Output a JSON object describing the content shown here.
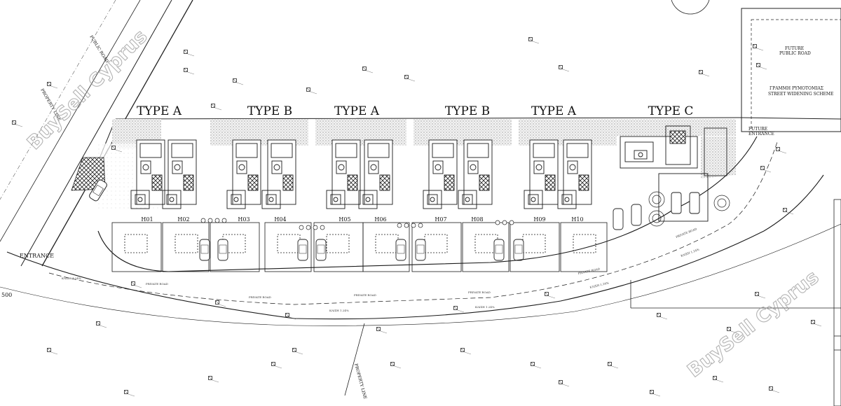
{
  "type_labels": [
    "TYPE A",
    "TYPE B",
    "TYPE A",
    "TYPE B",
    "TYPE A",
    "TYPE C"
  ],
  "plots": [
    "H01",
    "H02",
    "H03",
    "H04",
    "H05",
    "H06",
    "H07",
    "H08",
    "H09",
    "H10"
  ],
  "labels": {
    "public_road": "PUBLIC ROAD",
    "property_line_top": "PROPERTY LINE",
    "property_line_bottom": "PROPERTY LINE",
    "entrance": "ENTRANCE",
    "future_public_road": "FUTURE\nPUBLIC ROAD",
    "future_public_road_l1": "FUTURE",
    "future_public_road_l2": "PUBLIC ROAD",
    "greek_scheme": "ΓΡΑΜΜΗ ΡΥΜΟΤΟΜΙΑΣ",
    "street_widening": "STREET WIDENING SCHEME",
    "future_entrance_l1": "FUTURE",
    "future_entrance_l2": "ENTRANCE",
    "private_road": "PRIVATE ROAD",
    "slope": "ΚΛΙΣΗ 1.24%",
    "scale_hint": "500"
  },
  "watermark": "BuySell Cyprus",
  "colors": {
    "line": "#1a1a1a",
    "hatch": "#9a9a9a",
    "watermark": "#9a9a9a"
  }
}
